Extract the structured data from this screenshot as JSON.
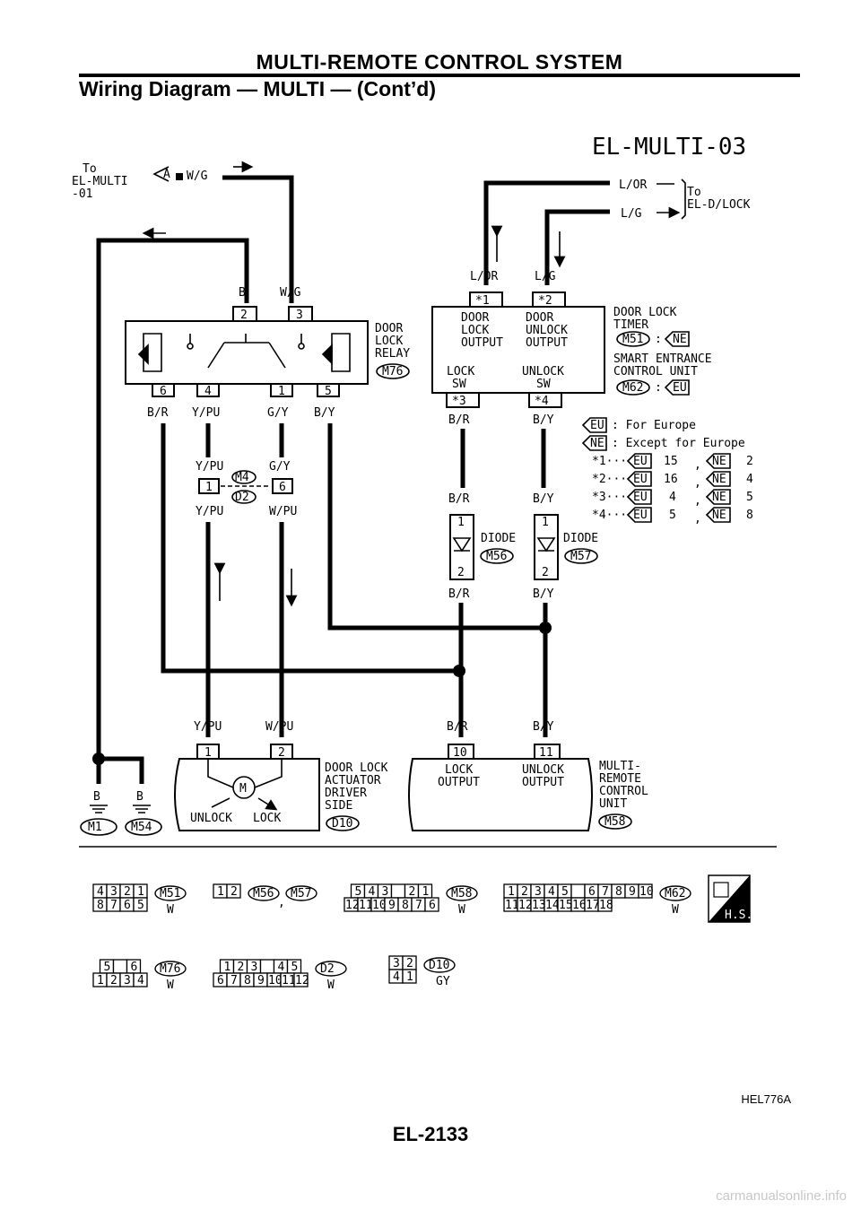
{
  "header": {
    "title": "MULTI-REMOTE CONTROL SYSTEM",
    "subtitle": "Wiring Diagram — MULTI — (Cont’d)"
  },
  "diagram_id": "EL-MULTI-03",
  "offpage": {
    "to_label": "To",
    "multi01": "EL-MULTI",
    "multi01_line2": "-01",
    "connector_a": "A",
    "wg_label": "W/G",
    "dlock_to": "To",
    "dlock": "EL-D/LOCK",
    "lor_label": "L/OR",
    "lg_label": "L/G"
  },
  "relay": {
    "name_lines": [
      "DOOR",
      "LOCK",
      "RELAY"
    ],
    "connector": "M76",
    "top_terminals": [
      "2",
      "3"
    ],
    "top_colors": [
      "B",
      "W/G"
    ],
    "bottom_terminals": [
      "6",
      "4",
      "1",
      "5"
    ],
    "bottom_colors": [
      "B/R",
      "Y/PU",
      "G/Y",
      "B/Y"
    ]
  },
  "timer": {
    "top_terminals": [
      "*1",
      "*2"
    ],
    "top_colors": [
      "L/OR",
      "L/G"
    ],
    "lock_output": [
      "DOOR",
      "LOCK",
      "OUTPUT"
    ],
    "unlock_output": [
      "DOOR",
      "UNLOCK",
      "OUTPUT"
    ],
    "lock_sw": [
      "LOCK",
      "SW"
    ],
    "unlock_sw": [
      "UNLOCK",
      "SW"
    ],
    "bottom_terminals": [
      "*3",
      "*4"
    ],
    "bottom_colors": [
      "B/R",
      "B/Y"
    ],
    "name1": [
      "DOOR LOCK",
      "TIMER"
    ],
    "conn1": "M51",
    "tag1": "NE",
    "name2": [
      "SMART ENTRANCE",
      "CONTROL UNIT"
    ],
    "conn2": "M62",
    "tag2": "EU"
  },
  "legend": {
    "eu": "EU",
    "eu_text": ": For Europe",
    "ne": "NE",
    "ne_text": ": Except for Europe",
    "rows": [
      {
        "key": "*1···",
        "eu": "15",
        "ne": "2"
      },
      {
        "key": "*2···",
        "eu": "16",
        "ne": "4"
      },
      {
        "key": "*3···",
        "eu": "4",
        "ne": "5"
      },
      {
        "key": "*4···",
        "eu": "5",
        "ne": "8"
      }
    ]
  },
  "joint": {
    "conn_top": "M4",
    "conn_bottom": "D2",
    "left_terminal": "1",
    "right_terminal": "6",
    "left_top_color": "Y/PU",
    "right_top_color": "G/Y",
    "left_bottom_color": "Y/PU",
    "right_bottom_color": "W/PU"
  },
  "diodes": [
    {
      "name": "DIODE",
      "connector": "M56",
      "color_in": "B/R",
      "color_out": "B/R",
      "t1": "1",
      "t2": "2"
    },
    {
      "name": "DIODE",
      "connector": "M57",
      "color_in": "B/Y",
      "color_out": "B/Y",
      "t1": "1",
      "t2": "2"
    }
  ],
  "actuator": {
    "terminals": [
      "1",
      "2"
    ],
    "colors": [
      "Y/PU",
      "W/PU"
    ],
    "motor": "M",
    "unlock": "UNLOCK",
    "lock": "LOCK",
    "name_lines": [
      "DOOR LOCK",
      "ACTUATOR",
      "DRIVER",
      "SIDE"
    ],
    "connector": "D10"
  },
  "control_unit": {
    "terminals": [
      "10",
      "11"
    ],
    "colors": [
      "B/R",
      "B/Y"
    ],
    "lock_output": [
      "LOCK",
      "OUTPUT"
    ],
    "unlock_output": [
      "UNLOCK",
      "OUTPUT"
    ],
    "name_lines": [
      "MULTI-",
      "REMOTE",
      "CONTROL",
      "UNIT"
    ],
    "connector": "M58"
  },
  "grounds": [
    {
      "color": "B",
      "connector": "M1"
    },
    {
      "color": "B",
      "connector": "M54"
    }
  ],
  "connector_views": [
    {
      "id": "M51",
      "color": "W",
      "rows": [
        [
          "4",
          "3",
          "2",
          "1"
        ],
        [
          "8",
          "7",
          "6",
          "5"
        ]
      ]
    },
    {
      "id": "M56",
      "id2": "M57",
      "color": "",
      "rows": [
        [
          "1",
          "2"
        ]
      ]
    },
    {
      "id": "M58",
      "color": "W",
      "rows": [
        [
          "5",
          "4",
          "3",
          "",
          "2",
          "1"
        ],
        [
          "12",
          "11",
          "10",
          "9",
          "8",
          "7",
          "6"
        ]
      ]
    },
    {
      "id": "M62",
      "color": "W",
      "rows": [
        [
          "1",
          "2",
          "3",
          "4",
          "5",
          "",
          "6",
          "7",
          "8",
          "9",
          "10"
        ],
        [
          "11",
          "12",
          "13",
          "14",
          "15",
          "16",
          "17",
          "18"
        ]
      ]
    },
    {
      "id": "M76",
      "color": "W",
      "rows": [
        [
          "5",
          "",
          "6"
        ],
        [
          "1",
          "2",
          "3",
          "4"
        ]
      ]
    },
    {
      "id": "D2",
      "color": "W",
      "rows": [
        [
          "1",
          "2",
          "3",
          "",
          "4",
          "5"
        ],
        [
          "6",
          "7",
          "8",
          "9",
          "10",
          "11",
          "12"
        ]
      ]
    },
    {
      "id": "D10",
      "color": "GY",
      "rows": [
        [
          "3",
          "2"
        ],
        [
          "4",
          "1"
        ]
      ]
    }
  ],
  "hs_label": "H.S.",
  "ref_code": "HEL776A",
  "page_number": "EL-2133",
  "footer_site": "carmanualsonline.info"
}
